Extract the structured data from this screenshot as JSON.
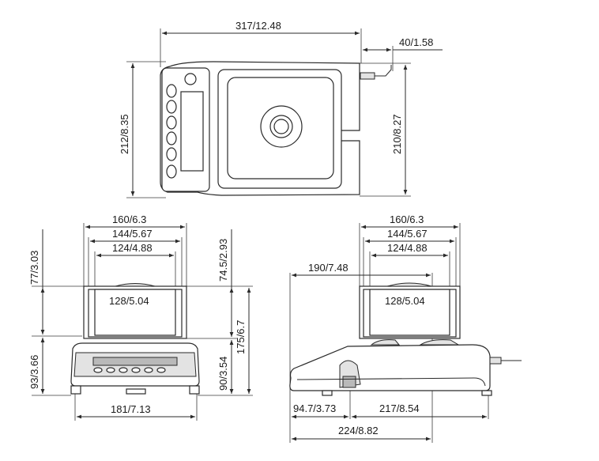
{
  "top_view": {
    "width": "317/12.48",
    "connector": "40/1.58",
    "depth_left": "212/8.35",
    "depth_right": "210/8.27"
  },
  "front_view": {
    "outer_width": "160/6.3",
    "mid_width": "144/5.67",
    "inner_width": "124/4.88",
    "pan_width": "128/5.04",
    "base_width": "181/7.13",
    "upper_height_left": "77/3.03",
    "lower_height_left": "93/3.66",
    "upper_height_right": "74.5/2.93",
    "base_height_right": "90/3.54",
    "total_height": "175/6.7"
  },
  "side_view": {
    "outer_width": "160/6.3",
    "mid_width": "144/5.67",
    "inner_width": "124/4.88",
    "pan_width": "128/5.04",
    "front_offset": "190/7.48",
    "front_depth": "94.7/3.73",
    "rear_depth": "217/8.54",
    "total_depth": "224/8.82"
  }
}
